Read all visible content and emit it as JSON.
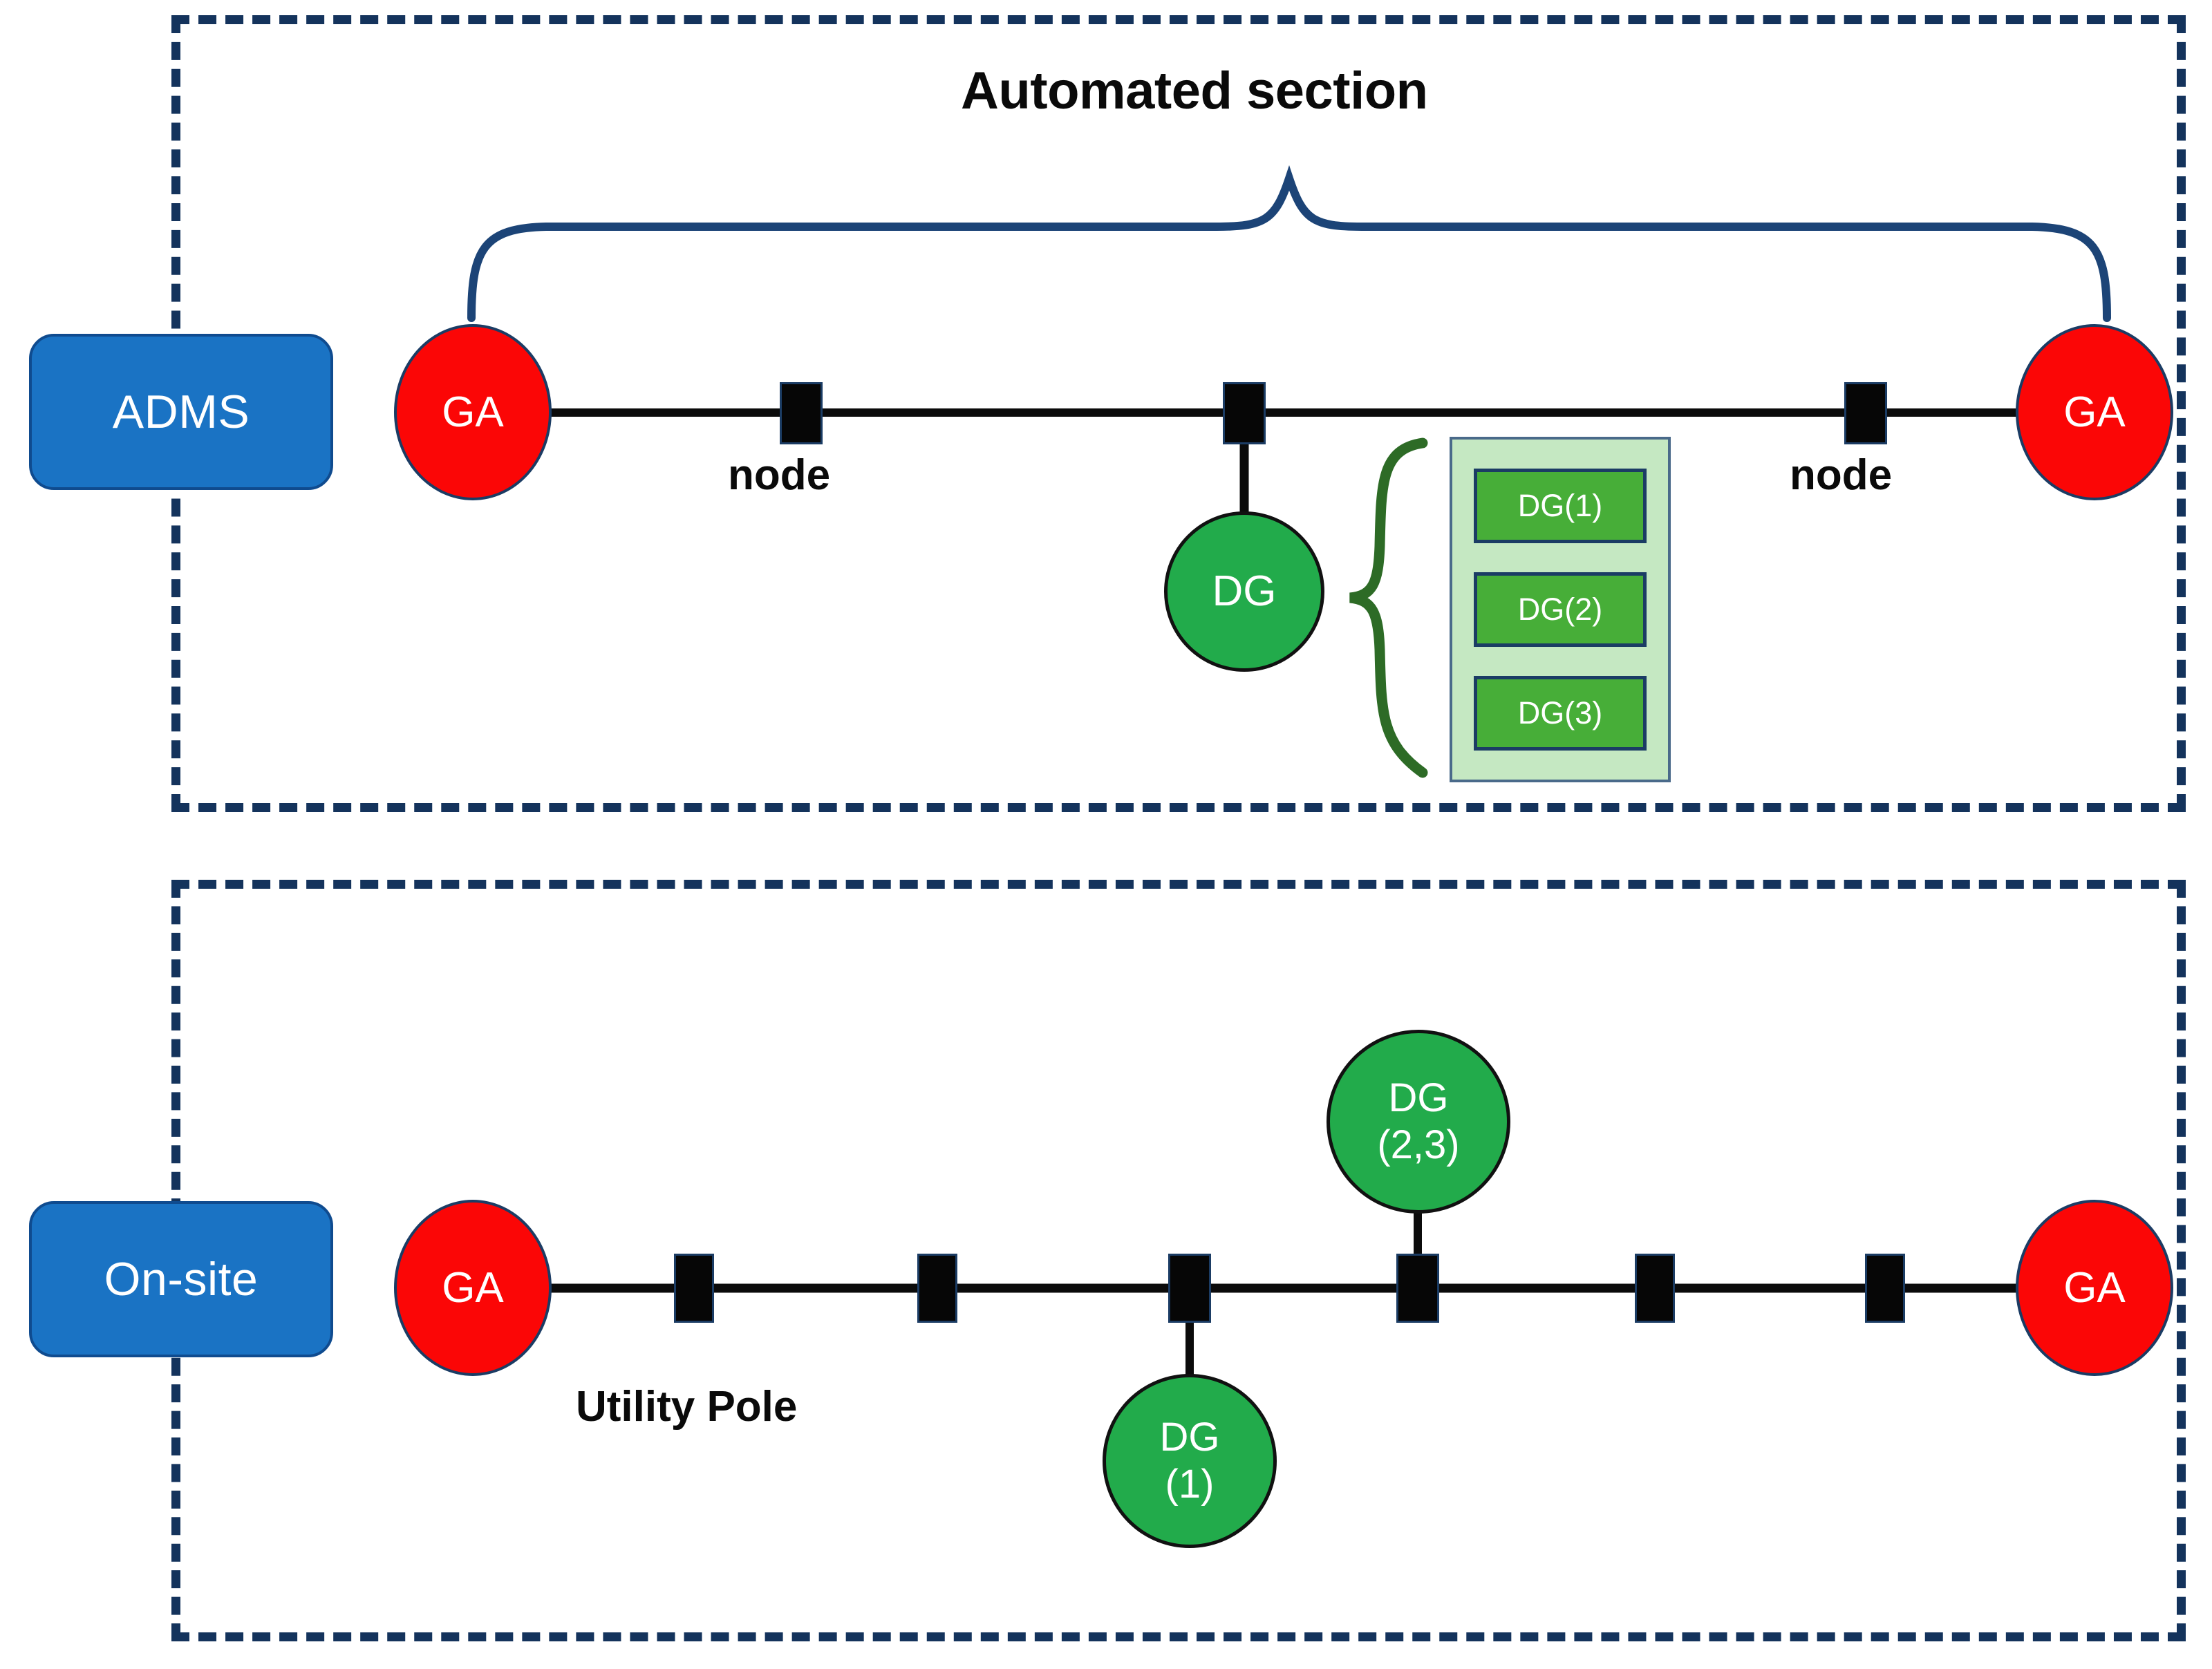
{
  "diagram": {
    "title_top": "Automated section",
    "sections": [
      {
        "id": "automated",
        "role_label": "ADMS",
        "ga_left": "GA",
        "ga_right": "GA",
        "node_label_left": "node",
        "node_label_right": "node",
        "dg_label": "DG",
        "node_count": 3,
        "rack": {
          "items": [
            "DG(1)",
            "DG(2)",
            "DG(3)"
          ]
        }
      },
      {
        "id": "onsite",
        "role_label": "On-site",
        "ga_left": "GA",
        "ga_right": "GA",
        "pole_label": "Utility Pole",
        "pole_count": 6,
        "dg_upper_line1": "DG",
        "dg_upper_line2": "(2,3)",
        "dg_lower_line1": "DG",
        "dg_lower_line2": "(1)"
      }
    ],
    "colors": {
      "frame_dash": "#14335c",
      "role_box_fill": "#1a73c4",
      "role_box_border": "#0f4b8f",
      "ga_fill": "#fb0606",
      "dg_circle_fill": "#22ab4b",
      "dg_chip_fill": "#47ae38",
      "rack_fill": "#c5e8c2",
      "rack_border": "#4a6a8a",
      "node_fill": "#060606",
      "brace_blue": "#1c4477",
      "brace_green": "#2d6b26",
      "feeder_line": "#0b0b0b",
      "text_on_fill": "#ffffff",
      "text_plain": "#0a0a0a"
    }
  }
}
